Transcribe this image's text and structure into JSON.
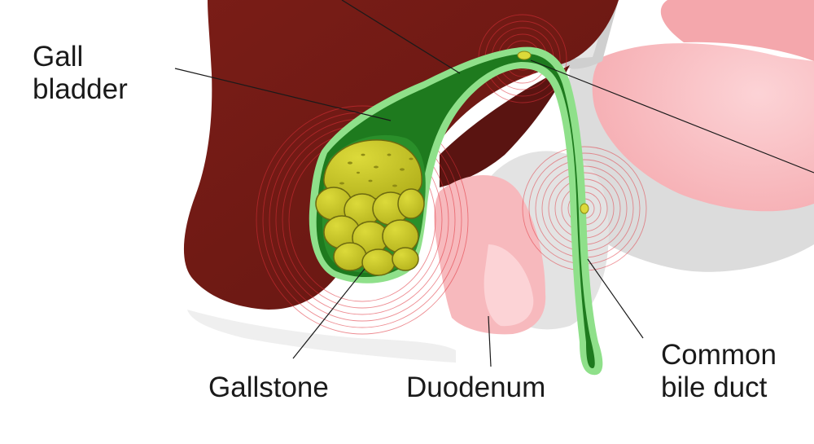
{
  "labels": {
    "gall_bladder": [
      "Gall",
      "bladder"
    ],
    "gallstone": "Gallstone",
    "duodenum": "Duodenum",
    "common_bile_duct": [
      "Common",
      "bile duct"
    ]
  },
  "colors": {
    "liver": "#6e1a15",
    "liver_dark": "#5a1411",
    "duodenum": "#f7b9bd",
    "duodenum_light": "#fcd3d6",
    "shadow": "#d9d9d9",
    "bile_duct_fill": "#1e7a1e",
    "bile_duct_outline": "#8fe08a",
    "gallstone": "#c8c626",
    "gallstone_outline": "#6d6a10",
    "pain_ring": "#e0303a",
    "leader_line": "#1a1a1a"
  }
}
